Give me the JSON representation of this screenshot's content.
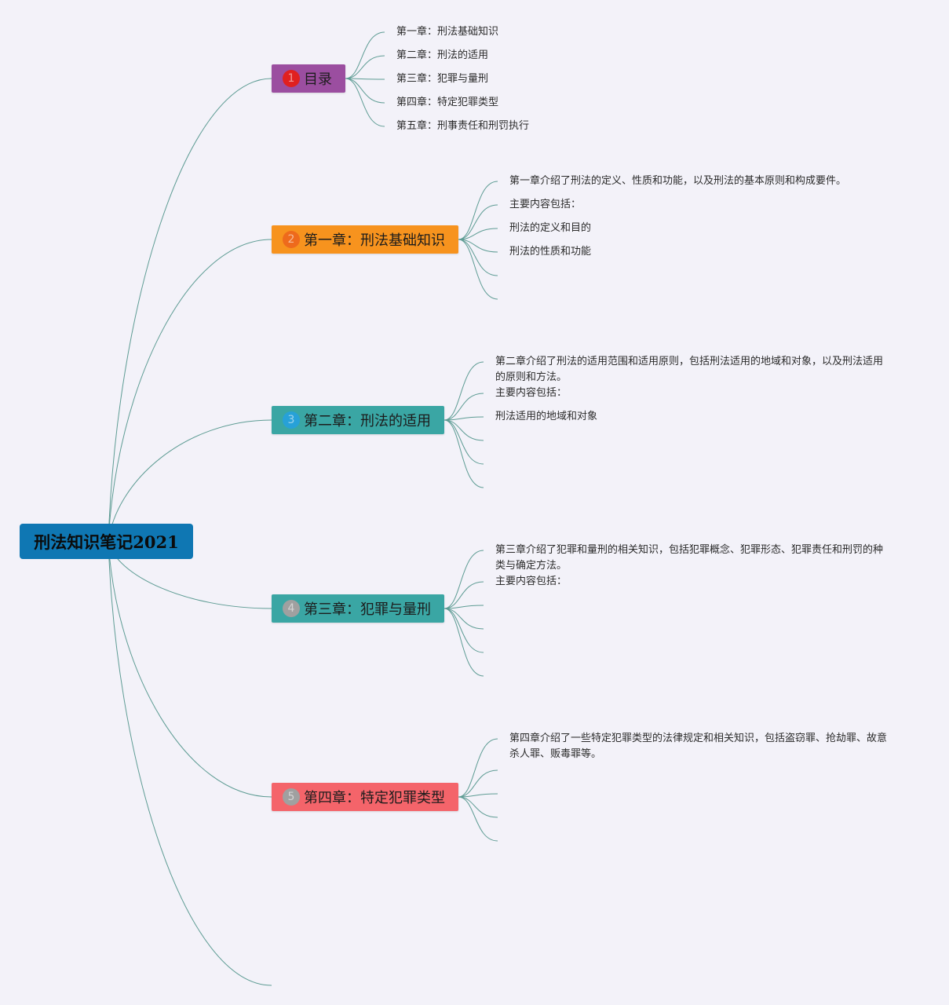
{
  "root": {
    "label": "刑法知识笔记2021",
    "color": "#0f77b3"
  },
  "branches": [
    {
      "id": "toc",
      "number": "1",
      "label": "目录",
      "color": "#9b4ea0",
      "badge_color": "#e02020",
      "leaves": [
        "第一章：刑法基础知识",
        "第二章：刑法的适用",
        "第三章：犯罪与量刑",
        "第四章：特定犯罪类型",
        "第五章：刑事责任和刑罚执行"
      ]
    },
    {
      "id": "ch1",
      "number": "2",
      "label": "第一章：刑法基础知识",
      "color": "#f7931e",
      "badge_color": "#ee6a1c",
      "leaves": [
        "第一章介绍了刑法的定义、性质和功能，以及刑法的基本原则和构成要件。",
        "主要内容包括：",
        "刑法的定义和目的",
        "刑法的性质和功能",
        "",
        ""
      ]
    },
    {
      "id": "ch2",
      "number": "3",
      "label": "第二章：刑法的适用",
      "color": "#3aa6a4",
      "badge_color": "#27a1d8",
      "leaves": [
        "第二章介绍了刑法的适用范围和适用原则，包括刑法适用的地域和对象，以及刑法适用的原则和方法。",
        "主要内容包括：",
        "刑法适用的地域和对象",
        "",
        "",
        ""
      ]
    },
    {
      "id": "ch3",
      "number": "4",
      "label": "第三章：犯罪与量刑",
      "color": "#3aa6a4",
      "badge_color": "#a0a0a0",
      "leaves": [
        "第三章介绍了犯罪和量刑的相关知识，包括犯罪概念、犯罪形态、犯罪责任和刑罚的种类与确定方法。",
        "主要内容包括：",
        "",
        "",
        "",
        ""
      ]
    },
    {
      "id": "ch4",
      "number": "5",
      "label": "第四章：特定犯罪类型",
      "color": "#f4646a",
      "badge_color": "#a0a0a0",
      "leaves": [
        "第四章介绍了一些特定犯罪类型的法律规定和相关知识，包括盗窃罪、抢劫罪、故意杀人罪、贩毒罪等。",
        "",
        "",
        "",
        ""
      ]
    }
  ],
  "link_color": "#5e9c94"
}
